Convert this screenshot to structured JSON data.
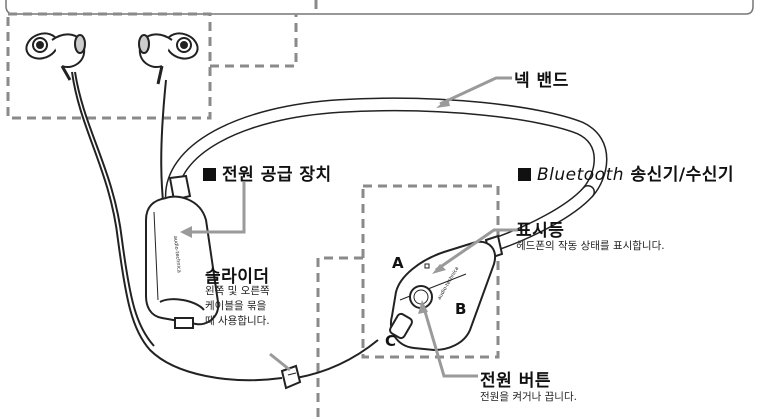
{
  "labels": {
    "neckband": "넥 밴드",
    "power_supply": "전원 공급 장치",
    "bt_italic": "Bluetooth",
    "bt_rest": " 송신기/수신기",
    "indicator_title": "표시등",
    "indicator_desc": "헤드폰의 작동 상태를 표시합니다.",
    "slider_title": "슬라이더",
    "slider_desc_1": "왼쪽 및 오른쪽",
    "slider_desc_2": "케이블을 묶을",
    "slider_desc_3": "때 사용합니다.",
    "power_button_title": "전원 버튼",
    "power_button_desc": "전원을 켜거나 끕니다.",
    "marker_a": "A",
    "marker_b": "B",
    "marker_c": "C"
  },
  "colors": {
    "dash": "#8a8a8a",
    "leader": "#9a9a9a",
    "outline": "#222222"
  }
}
